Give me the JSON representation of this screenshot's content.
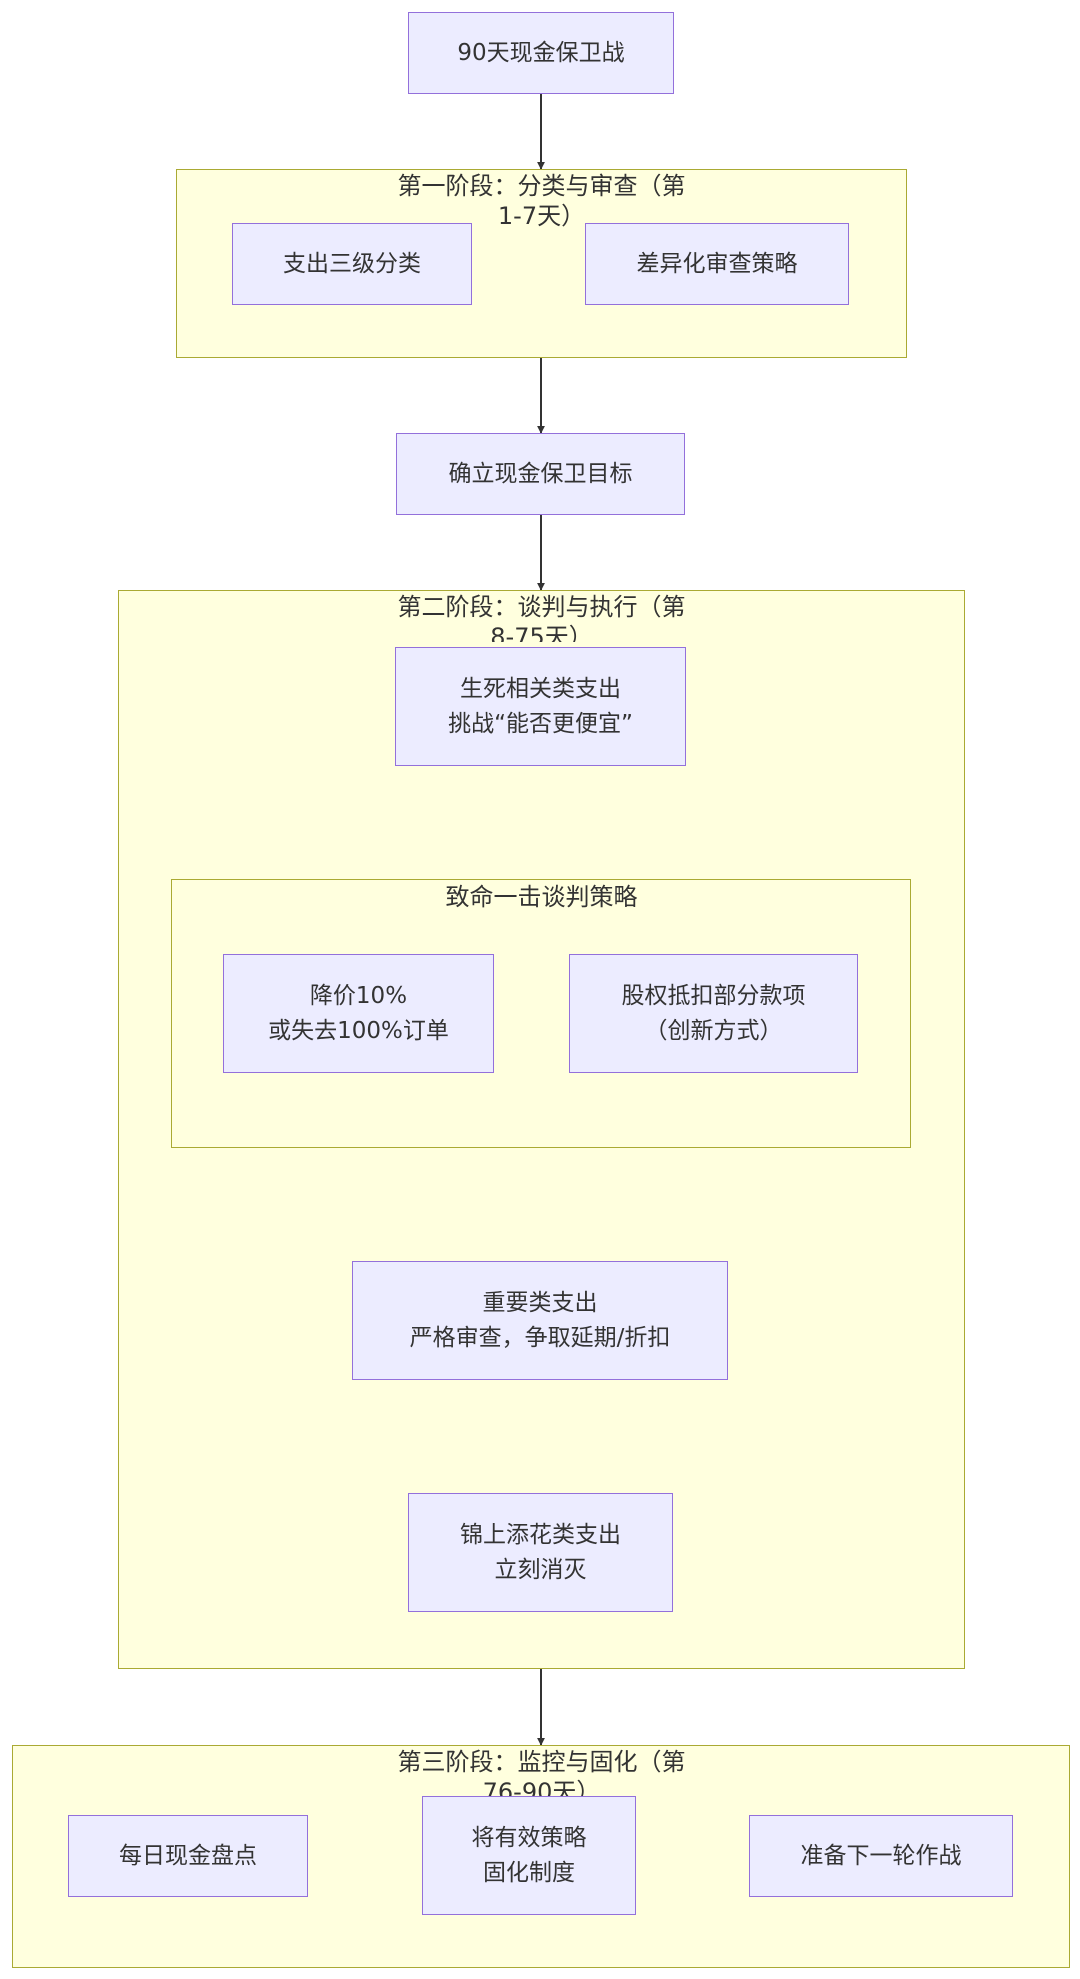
{
  "nodes": {
    "start": "90天现金保卫战",
    "classify": "支出三级分类",
    "review": "差异化审查策略",
    "goal": "确立现金保卫目标",
    "vital": "生死相关类支出\n挑战“能否更便宜”",
    "discount": "降价10%\n或失去100%订单",
    "equity": "股权抵扣部分款项\n（创新方式）",
    "important": "重要类支出\n严格审查，争取延期/折扣",
    "luxury": "锦上添花类支出\n立刻消灭",
    "daily": "每日现金盘点",
    "solidify": "将有效策略\n固化制度",
    "next": "准备下一轮作战"
  },
  "clusters": {
    "phase1": "第一阶段：分类与审查（第\n1-7天）",
    "phase2": "第二阶段：谈判与执行（第\n8-75天）",
    "strike": "致命一击谈判策略",
    "phase3": "第三阶段：监控与固化（第\n76-90天）"
  },
  "colors": {
    "node_fill": "#ececff",
    "node_border": "#9370db",
    "cluster_fill": "#ffffde",
    "cluster_border": "#aaaa33",
    "edge": "#333333"
  }
}
